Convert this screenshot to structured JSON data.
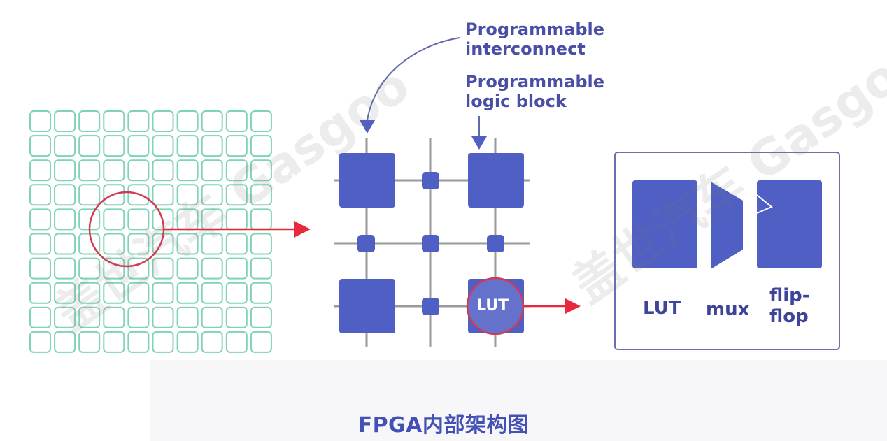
{
  "diagram": {
    "caption": "FPGA内部架构图",
    "grid": {
      "rows": 10,
      "cols": 10,
      "color": "#7fd3b6"
    },
    "labels": {
      "interconnect_line1": "Programmable",
      "interconnect_line2": "interconnect",
      "logic_block_line1": "Programmable",
      "logic_block_line2": "logic block"
    },
    "fabric": {
      "block_color": "#4f5fc4",
      "wire_color": "#9a9a9a",
      "highlight_label": "LUT"
    },
    "logic_cell": {
      "components": [
        {
          "id": "lut",
          "label": "LUT"
        },
        {
          "id": "mux",
          "label": "mux"
        },
        {
          "id": "flip_flop",
          "label_line1": "flip-",
          "label_line2": "flop"
        }
      ]
    },
    "colors": {
      "accent_red": "#e8283c",
      "circle_red": "#d23a52",
      "text_blue": "#4a4fa6",
      "caption_blue": "#4350b5"
    },
    "watermark": {
      "cn": "盖世汽车",
      "en": "Gasgoo"
    }
  }
}
